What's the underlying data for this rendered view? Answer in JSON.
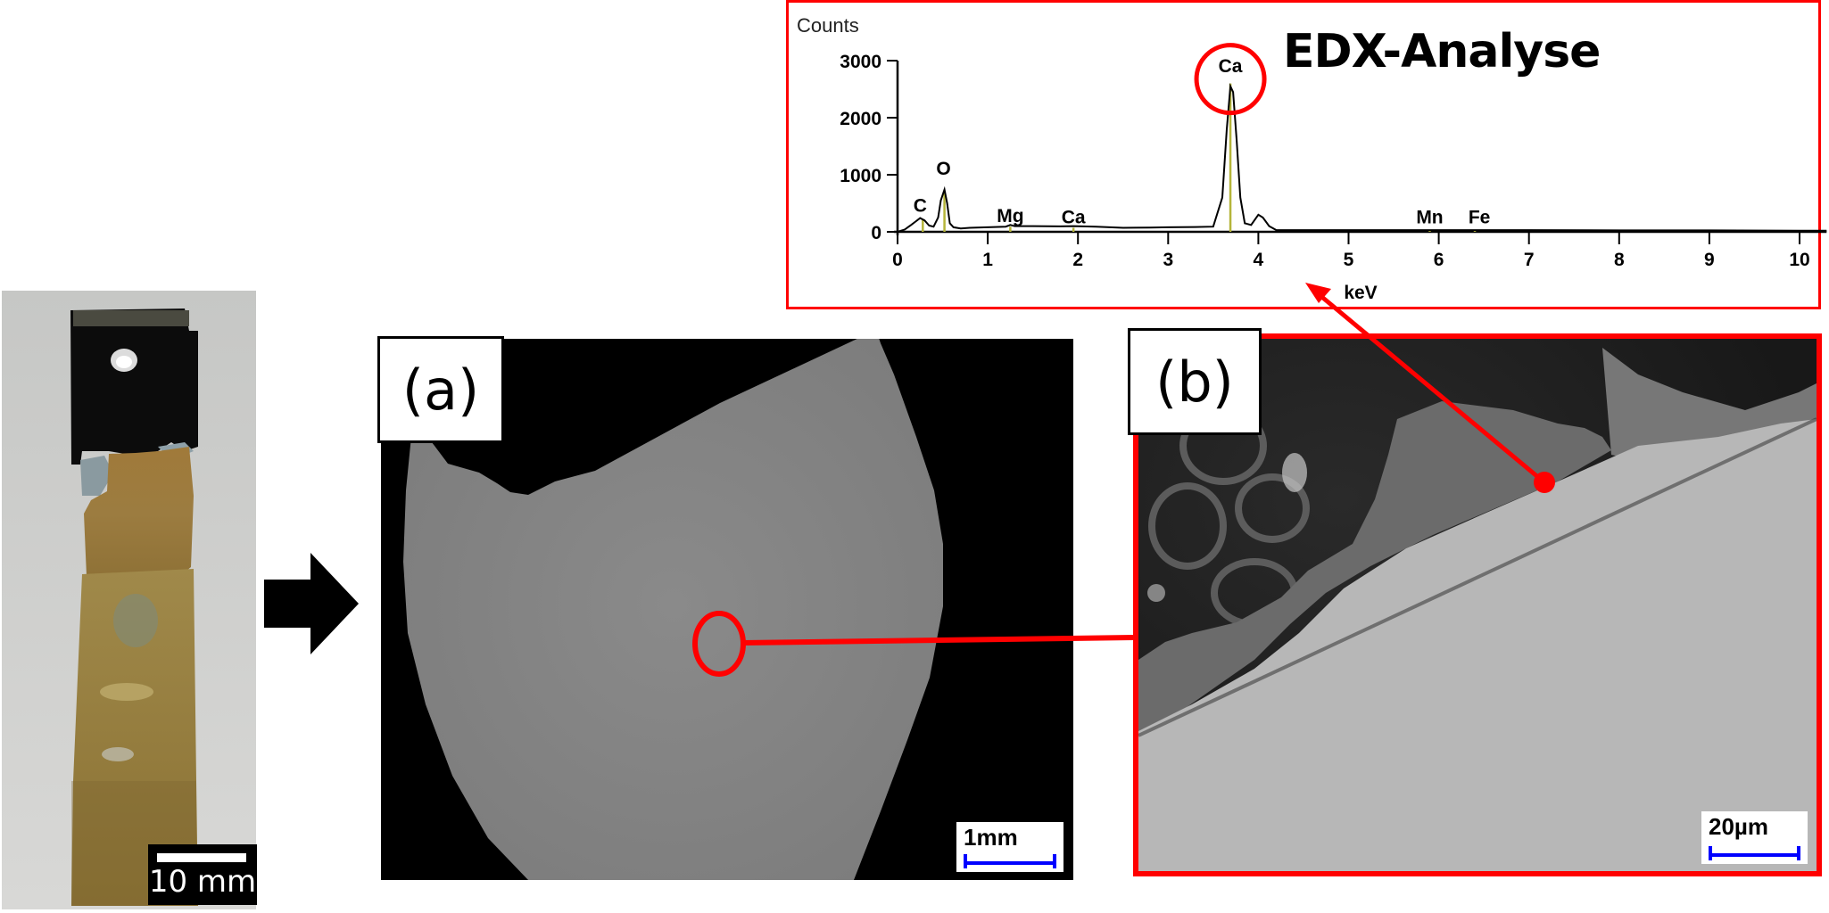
{
  "figure": {
    "edx_title": "EDX-Analyse",
    "panel_a_label": "(a)",
    "panel_b_label": "(b)",
    "photo_scale_label": "10 mm",
    "panel_a_scale_label": "1mm",
    "panel_b_scale_label": "20µm",
    "colors": {
      "highlight_red": "#ff0000",
      "scale_blue": "#0000ff",
      "peak_marker": "#b5b53a",
      "spectrum_line": "#000000"
    }
  },
  "chart_data": {
    "type": "line",
    "title": "EDX-Analyse",
    "xlabel": "keV",
    "ylabel": "Counts",
    "xlim": [
      0,
      10.3
    ],
    "ylim": [
      0,
      3000
    ],
    "x_ticks": [
      0,
      1,
      2,
      3,
      4,
      5,
      6,
      7,
      8,
      9,
      10
    ],
    "y_ticks": [
      0,
      1000,
      2000,
      3000
    ],
    "grid": false,
    "series": [
      {
        "name": "spectrum",
        "x": [
          0.0,
          0.08,
          0.15,
          0.2,
          0.25,
          0.3,
          0.35,
          0.4,
          0.45,
          0.48,
          0.52,
          0.55,
          0.58,
          0.62,
          0.7,
          0.8,
          1.0,
          1.2,
          1.25,
          1.3,
          1.5,
          1.8,
          1.95,
          2.2,
          2.5,
          2.8,
          3.0,
          3.3,
          3.5,
          3.6,
          3.65,
          3.69,
          3.72,
          3.76,
          3.8,
          3.85,
          3.92,
          4.0,
          4.05,
          4.12,
          4.2,
          5.0,
          6.0,
          7.0,
          8.0,
          9.0,
          10.0,
          10.3
        ],
        "y": [
          0,
          40,
          120,
          180,
          240,
          200,
          110,
          90,
          250,
          550,
          740,
          500,
          150,
          80,
          60,
          70,
          80,
          90,
          120,
          100,
          100,
          95,
          100,
          90,
          70,
          75,
          80,
          85,
          90,
          600,
          1800,
          2550,
          2450,
          1600,
          600,
          150,
          120,
          300,
          250,
          100,
          30,
          30,
          30,
          30,
          25,
          25,
          20,
          20
        ]
      }
    ],
    "annotations": [
      {
        "label": "C",
        "x": 0.28,
        "marker_height": 220
      },
      {
        "label": "O",
        "x": 0.52,
        "marker_height": 700
      },
      {
        "label": "Mg",
        "x": 1.25,
        "marker_height": 90
      },
      {
        "label": "Ca",
        "x": 1.95,
        "marker_height": 70
      },
      {
        "label": "Ca",
        "x": 3.69,
        "marker_height": 2600,
        "circled": true
      },
      {
        "label": "Mn",
        "x": 5.9,
        "marker_height": 20
      },
      {
        "label": "Fe",
        "x": 6.4,
        "marker_height": 20
      }
    ]
  }
}
